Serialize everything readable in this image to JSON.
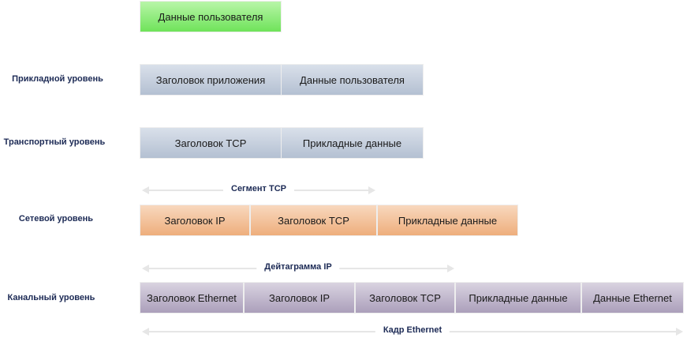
{
  "top": "Данные пользователя",
  "levels": {
    "app": "Прикладной уровень",
    "transport": "Транспортный уровень",
    "network": "Сетевой уровень",
    "link": "Канальный уровень"
  },
  "app_row": [
    "Заголовок приложения",
    "Данные пользователя"
  ],
  "transport_row": [
    "Заголовок TCP",
    "Прикладные данные"
  ],
  "network_row": [
    "Заголовок IP",
    "Заголовок TCP",
    "Прикладные данные"
  ],
  "link_row": [
    "Заголовок Ethernet",
    "Заголовок IP",
    "Заголовок TCP",
    "Прикладные данные",
    "Данные Ethernet"
  ],
  "spans": {
    "segment": "Сегмент TCP",
    "datagram": "Дейтаграмма IP",
    "frame": "Кадр Ethernet"
  }
}
